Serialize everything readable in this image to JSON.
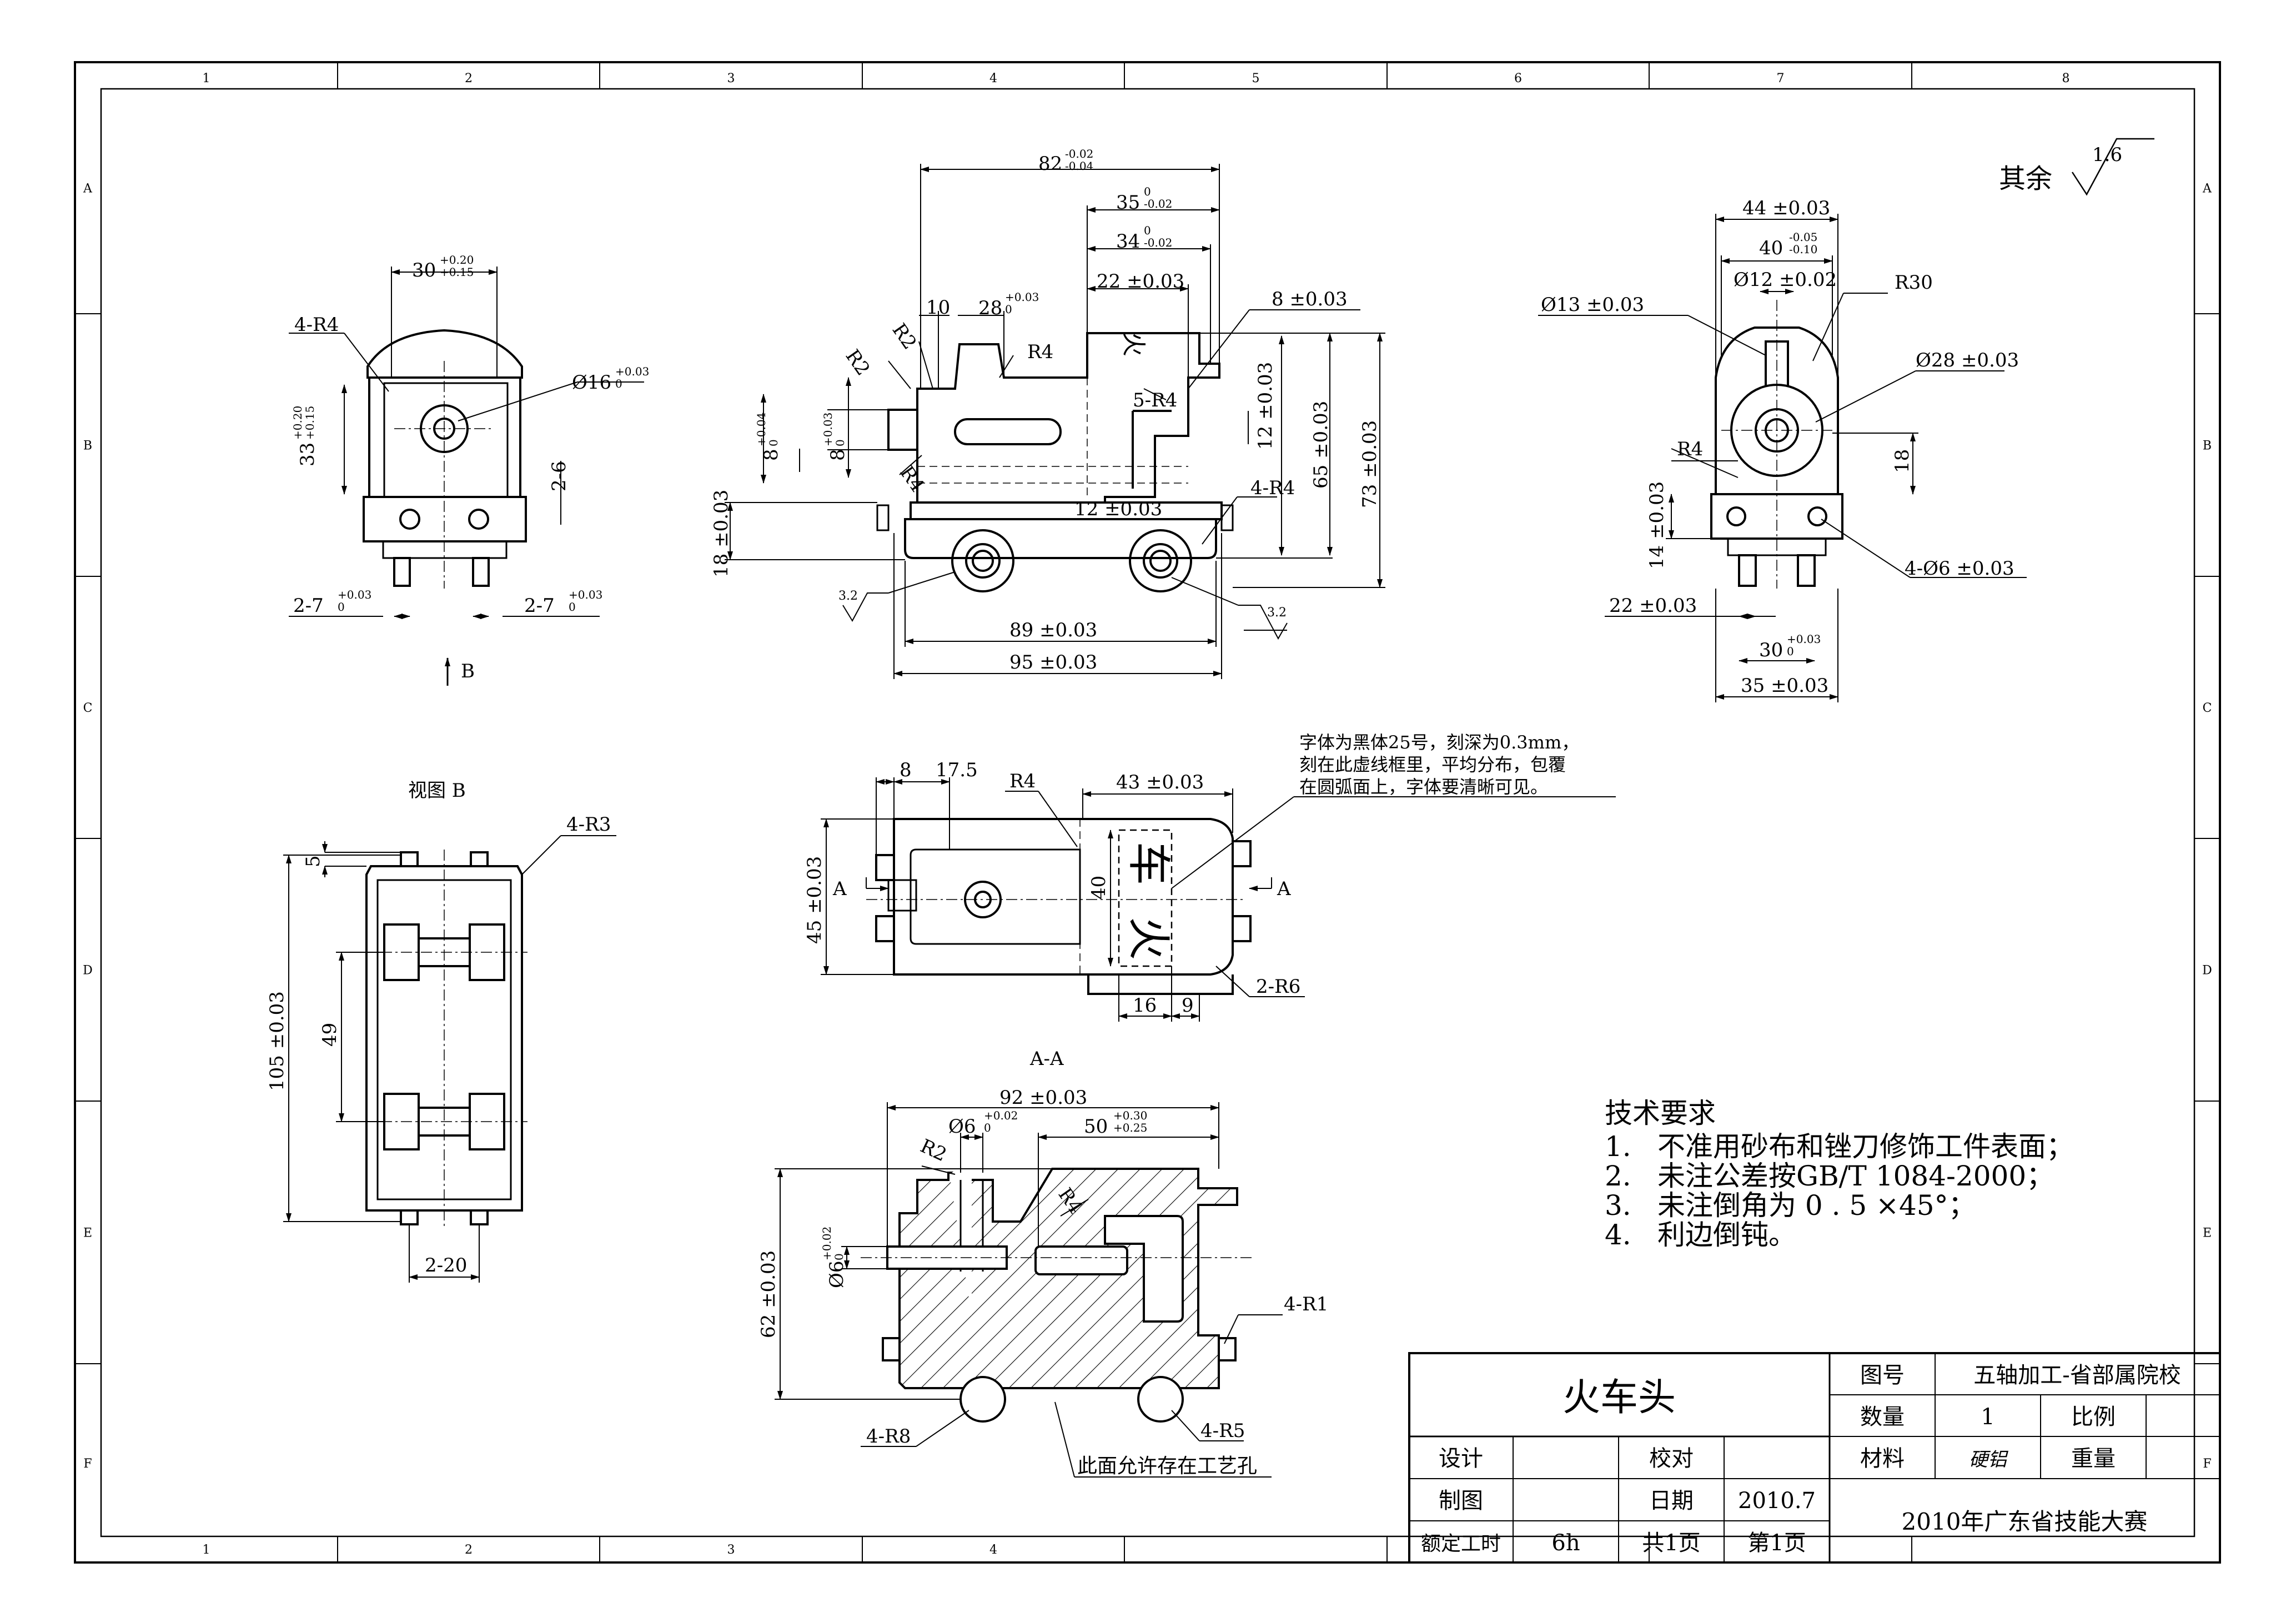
{
  "zone_cols": [
    "1",
    "2",
    "3",
    "4",
    "5",
    "6",
    "7",
    "8"
  ],
  "zone_rows": [
    "A",
    "B",
    "C",
    "D",
    "E",
    "F"
  ],
  "roughness": {
    "prefix": "其余",
    "value": "1.6",
    "local_value": "3.2"
  },
  "front_view": {
    "dims": {
      "d82": "82",
      "d82_tol_up": "-0.02",
      "d82_tol_dn": "-0.04",
      "d35": "35",
      "d35_tol_up": "0",
      "d35_tol_dn": "-0.02",
      "d34": "34",
      "d34_tol_up": "0",
      "d34_tol_dn": "-0.02",
      "d22": "22 ±0.03",
      "d8": "8 ±0.03",
      "d10": "10",
      "d28": "28",
      "d28_tol_up": "+0.03",
      "d28_tol_dn": "0",
      "r2a": "R2",
      "r2b": "R2",
      "r4a": "R4",
      "r4b": "R4",
      "r5_4": "5-R4",
      "r4_4": "4-R4",
      "d8a": "8",
      "d8a_tol_up": "+0.04",
      "d8a_tol_dn": "0",
      "d8b": "8",
      "d8b_tol_up": "+0.03",
      "d8b_tol_dn": "0",
      "d12": "12 ±0.03",
      "d12v": "12 ±0.03",
      "d65": "65 ±0.03",
      "d73": "73 ±0.03",
      "d18": "18 ±0.03",
      "d89": "89 ±0.03",
      "d95": "95 ±0.03",
      "char_top": "火"
    }
  },
  "left_view": {
    "dims": {
      "r4": "4-R4",
      "d30": "30",
      "d30_tol_up": "+0.20",
      "d30_tol_dn": "+0.15",
      "phi16": "Ø16",
      "phi16_tol_up": "+0.03",
      "phi16_tol_dn": "0",
      "d33": "33",
      "d33_tol_up": "+0.20",
      "d33_tol_dn": "+0.15",
      "d2_6": "2-6",
      "d2_7a": "2-7",
      "d2_7b": "2-7",
      "tol_up": "+0.03",
      "tol_dn": "0",
      "view_arrow": "B"
    }
  },
  "right_view": {
    "dims": {
      "d44": "44 ±0.03",
      "d40": "40",
      "d40_tol_up": "-0.05",
      "d40_tol_dn": "-0.10",
      "phi12": "Ø12 ±0.02",
      "phi13": "Ø13 ±0.03",
      "r30": "R30",
      "phi28": "Ø28 ±0.03",
      "r4": "R4",
      "d18": "18",
      "d14": "14 ±0.03",
      "d4phi6": "4-Ø6 ±0.03",
      "d22": "22 ±0.03",
      "d30": "30",
      "d30_tol_up": "+0.03",
      "d30_tol_dn": "0",
      "d35": "35 ±0.03"
    }
  },
  "view_b": {
    "title": "视图 B",
    "dims": {
      "r3": "4-R3",
      "d5": "5",
      "d105": "105 ±0.03",
      "d49": "49",
      "d2_20": "2-20"
    }
  },
  "top_view": {
    "note": [
      "字体为黑体25号，刻深为0.3mm，",
      "刻在此虚线框里，平均分布，包覆",
      "在圆弧面上，字体要清晰可见。"
    ],
    "dims": {
      "d8": "8",
      "d17_5": "17.5",
      "r4": "R4",
      "d43": "43 ±0.03",
      "d45": "45 ±0.03",
      "d40": "40",
      "d16": "16",
      "d9": "9",
      "r6": "2-R6",
      "sec_a": "A"
    },
    "chars": [
      "车",
      "火"
    ]
  },
  "section_view": {
    "title": "A-A",
    "dims": {
      "d92": "92 ±0.03",
      "phi6": "Ø6",
      "phi6_tol_up": "+0.02",
      "phi6_tol_dn": "0",
      "d50": "50",
      "d50_tol_up": "+0.30",
      "d50_tol_dn": "+0.25",
      "r2": "R2",
      "r4": "R4",
      "phi6v": "Ø6",
      "d62": "62 ±0.03",
      "r1": "4-R1",
      "r8": "4-R8",
      "r5": "4-R5"
    },
    "note": "此面允许存在工艺孔"
  },
  "tech_req": {
    "title": "技术要求",
    "items": [
      {
        "num": "1.",
        "text": "不准用砂布和锉刀修饰工件表面；"
      },
      {
        "num": "2.",
        "text": "未注公差按GB/T 1084-2000；"
      },
      {
        "num": "3.",
        "text": "未注倒角为 0 . 5 ×45°；"
      },
      {
        "num": "4.",
        "text": "利边倒钝。"
      }
    ]
  },
  "title_block": {
    "part_name": "火车头",
    "drawing_no_label": "图号",
    "drawing_no": "五轴加工-省部属院校",
    "qty_label": "数量",
    "qty": "1",
    "scale_label": "比例",
    "scale": "",
    "material_label": "材料",
    "material": "硬铝",
    "weight_label": "重量",
    "weight": "",
    "design_label": "设计",
    "design": "",
    "check_label": "校对",
    "check": "",
    "draw_label": "制图",
    "draw": "",
    "date_label": "日期",
    "date": "2010.7",
    "time_label": "额定工时",
    "time": "6h",
    "total_pages": "共1页",
    "page": "第1页",
    "event": "2010年广东省技能大赛"
  }
}
